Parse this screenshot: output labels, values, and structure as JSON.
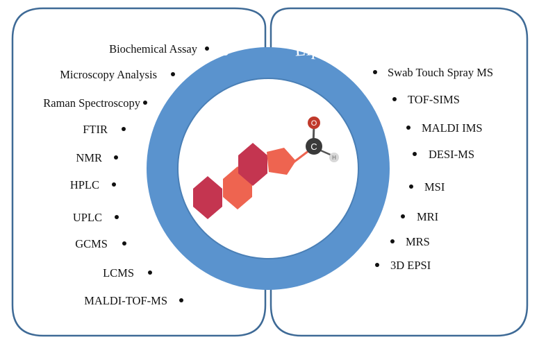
{
  "colors": {
    "panel_border": "#3E6A96",
    "ring": "#5A93CE",
    "ring_text": "#ffffff",
    "hex_dark": "#C43550",
    "hex_light": "#EE6450",
    "oxygen": "#C0392B",
    "carbon": "#3A3A3A",
    "hydrogen": "#D8D8D8"
  },
  "ring": {
    "left_title": "Lipid Biomolecular Techniques",
    "right_title": "Lipid Bioimaging Techniques"
  },
  "molecule": {
    "oxygen_label": "O",
    "carbon_label": "C",
    "hydrogen_label": "H"
  },
  "left_panel": {
    "items": [
      "Biochemical Assay",
      "Microscopy Analysis",
      "Raman Spectroscopy",
      "FTIR",
      "NMR",
      "HPLC",
      "UPLC",
      "GCMS",
      "LCMS",
      "MALDI-TOF-MS"
    ]
  },
  "right_panel": {
    "items": [
      "Swab Touch Spray MS",
      "TOF-SIMS",
      "MALDI IMS",
      "DESI-MS",
      "MSI",
      "MRI",
      "MRS",
      "3D EPSI"
    ]
  }
}
